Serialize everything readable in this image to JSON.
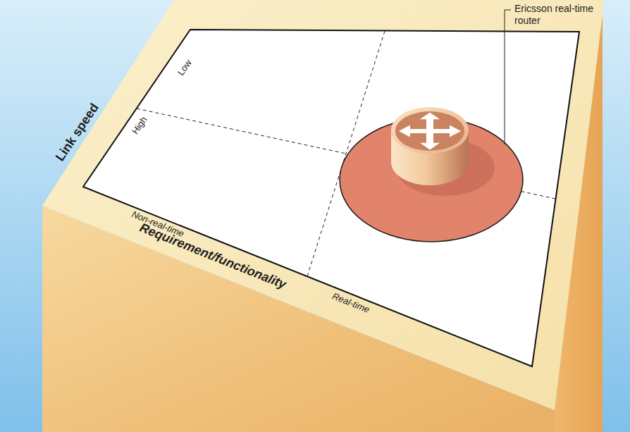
{
  "diagram": {
    "labels": [
      "Link speed",
      "High",
      "Low",
      "Requirement/functionality",
      "Non-real-time",
      "Real-time",
      "Ericsson real-time router"
    ]
  }
}
